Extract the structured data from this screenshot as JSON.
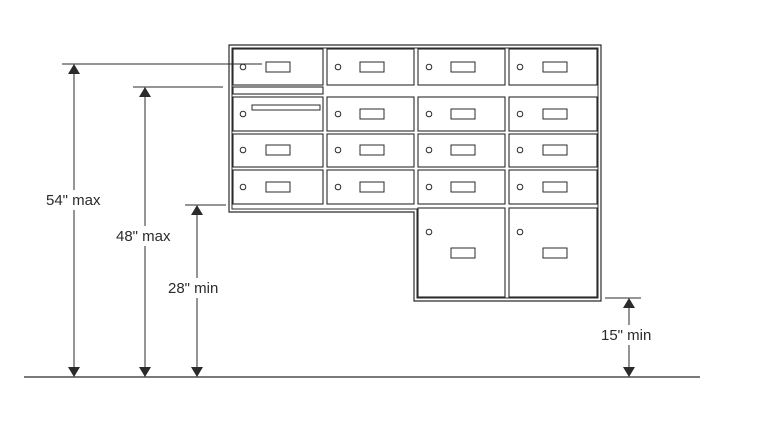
{
  "dimensions": [
    {
      "id": "dim-54",
      "label": "54\" max"
    },
    {
      "id": "dim-48",
      "label": "48\" max"
    },
    {
      "id": "dim-28",
      "label": "28\" min"
    },
    {
      "id": "dim-15",
      "label": "15\" min"
    }
  ]
}
